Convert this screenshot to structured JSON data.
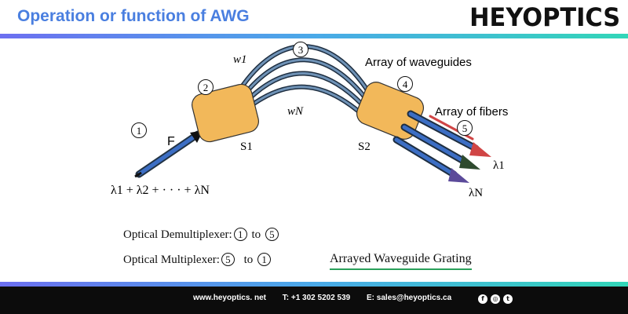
{
  "header": {
    "title": "Operation or function of AWG",
    "logo": "HEYOPTICS"
  },
  "diagram": {
    "input_signal": "λ1 + λ2 + · · · + λN",
    "input_label": "F",
    "w1": "w1",
    "wN": "wN",
    "s1": "S1",
    "s2": "S2",
    "array_waveguides": "Array of waveguides",
    "array_fibers": "Array of fibers",
    "lambda1": "λ1",
    "lambdaN": "λN",
    "markers": [
      "1",
      "2",
      "3",
      "4",
      "5"
    ]
  },
  "legend": {
    "demux_prefix": "Optical Demultiplexer:",
    "demux_from": "1",
    "demux_to_word": "to",
    "demux_to": "5",
    "mux_prefix": "Optical Multiplexer:",
    "mux_from": "5",
    "mux_to_word": "to",
    "mux_to": "1",
    "awg_label": "Arrayed Waveguide Grating"
  },
  "footer": {
    "website": "www.heyoptics. net",
    "phone": "T: +1 302 5202 539",
    "email": "E: sales@heyoptics.ca"
  },
  "social_icons": [
    "facebook-icon",
    "instagram-icon",
    "twitter-icon"
  ],
  "colors": {
    "title": "#4a7fe0",
    "coupler": "#f2b85a",
    "waveguide": "#5a7a99",
    "lambda1_arrow": "#d04545",
    "lambda_mid_arrow": "#2e4a2e",
    "lambdaN_arrow": "#5b4a9a"
  }
}
